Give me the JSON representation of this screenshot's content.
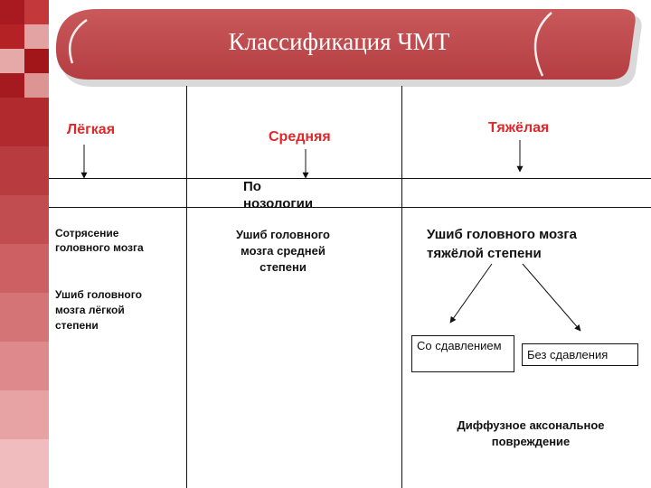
{
  "title": "Классификация ЧМТ",
  "columns": {
    "light": "Лёгкая",
    "medium": "Средняя",
    "severe": "Тяжёлая"
  },
  "row_label": "По нозологии",
  "light_items": [
    "Сотрясение головного мозга",
    "Ушиб головного мозга лёгкой степени"
  ],
  "medium_items": [
    "Ушиб головного мозга средней степени"
  ],
  "severe": {
    "main": "Ушиб головного мозга тяжёлой степени",
    "with_compression": "Со сдавлением",
    "without_compression": "Без сдавления",
    "diffuse": "Диффузное аксональное повреждение"
  },
  "colors": {
    "banner": "#c0474a",
    "header_text": "#e0282a"
  }
}
